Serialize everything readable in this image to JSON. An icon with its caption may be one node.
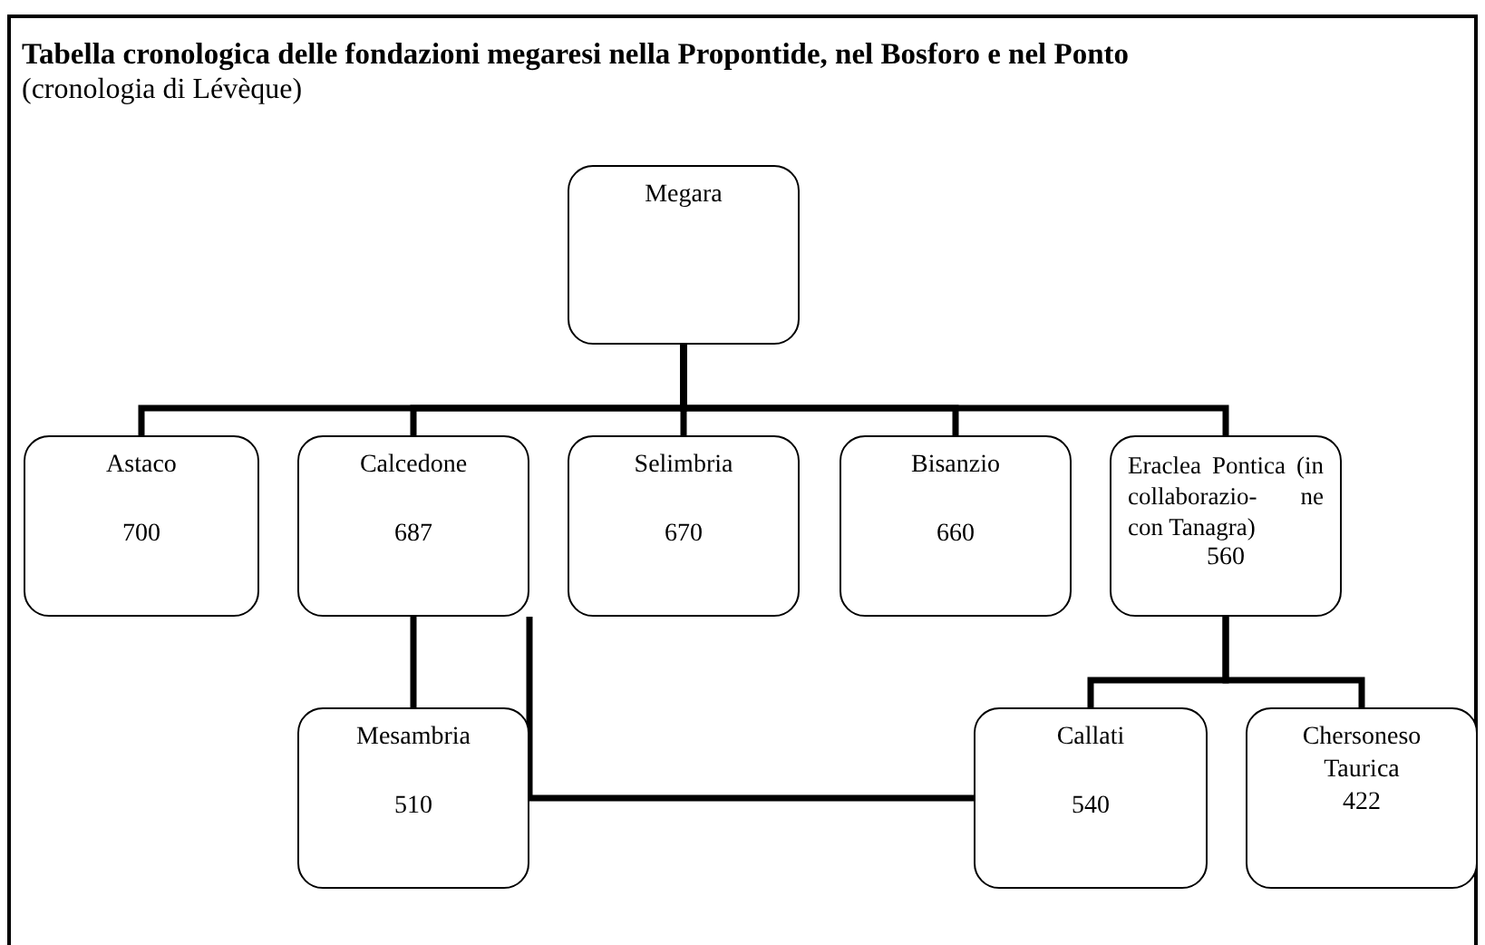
{
  "diagram": {
    "title": "Tabella cronologica delle fondazioni megaresi nella Propontide, nel Bosforo e nel Ponto",
    "caption": "(cronologia di Lévèque)",
    "nodes": [
      {
        "text": [
          "Megara"
        ]
      },
      {
        "text": [
          "Astaco",
          "700"
        ]
      },
      {
        "text": [
          "Calcedone",
          "687"
        ]
      },
      {
        "text": [
          "Selimbria",
          "670"
        ]
      },
      {
        "text": [
          "Bisanzio",
          "660"
        ]
      },
      {
        "text": [
          "Eraclea Pontica (in collaborazio- ne con Tanagra)",
          "560"
        ]
      },
      {
        "text": [
          "Mesambria",
          "510"
        ]
      },
      {
        "text": [
          "Callati",
          "540"
        ]
      },
      {
        "text": [
          "Chersoneso Taurica",
          "422"
        ]
      }
    ],
    "edges": [
      {
        "from": 0,
        "to": 1,
        "arrow": "none"
      },
      {
        "from": 0,
        "to": 2,
        "arrow": "none"
      },
      {
        "from": 0,
        "to": 3,
        "arrow": "none"
      },
      {
        "from": 0,
        "to": 4,
        "arrow": "none"
      },
      {
        "from": 0,
        "to": 5,
        "arrow": "none"
      },
      {
        "from": 2,
        "to": 6,
        "arrow": "none"
      },
      {
        "from": 2,
        "to": 7,
        "arrow": "none"
      },
      {
        "from": 5,
        "to": 7,
        "arrow": "none"
      },
      {
        "from": 5,
        "to": 8,
        "arrow": "none"
      }
    ]
  }
}
